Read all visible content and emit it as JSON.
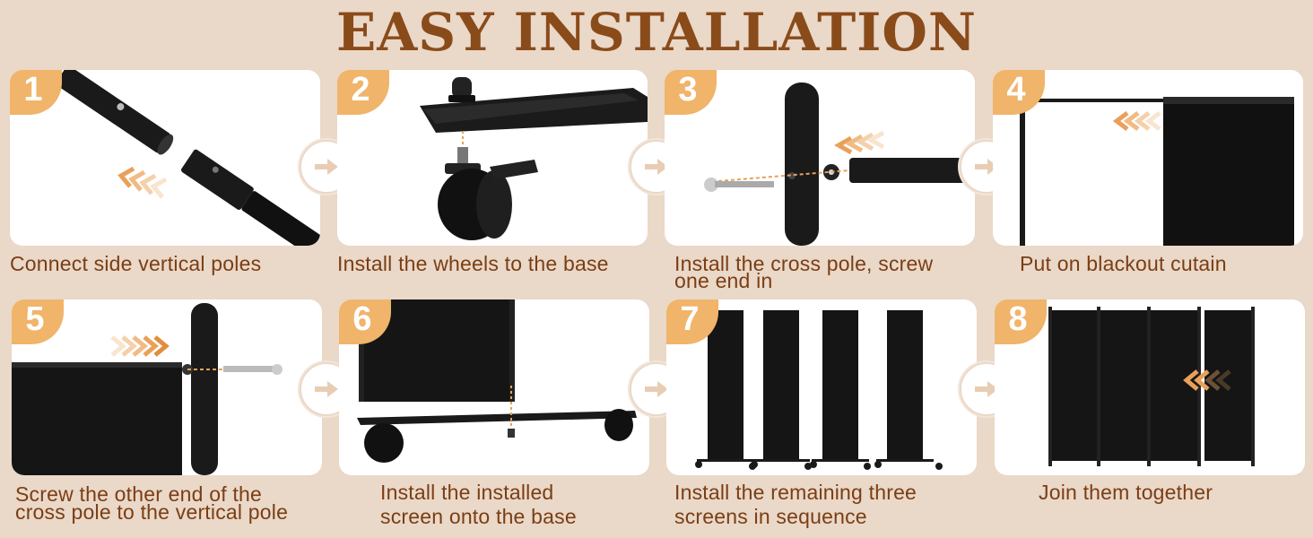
{
  "title": "EASY INSTALLATION",
  "colors": {
    "background": "#ead8c8",
    "title": "#8a4b1a",
    "badge": "#f0b46a",
    "caption": "#7a3e14",
    "metal": "#1a1a1a"
  },
  "steps": [
    {
      "number": "1",
      "caption": "Connect side vertical poles"
    },
    {
      "number": "2",
      "caption": "Install the wheels to the base"
    },
    {
      "number": "3",
      "caption_line1": "Install the cross pole,  screw",
      "caption_line2": "one end in"
    },
    {
      "number": "4",
      "caption": "Put on blackout cutain"
    },
    {
      "number": "5",
      "caption_line1": "Screw the other end of the",
      "caption_line2": "cross pole to the vertical pole"
    },
    {
      "number": "6",
      "caption_line1": "Install the installed",
      "caption_line2": "screen onto the base"
    },
    {
      "number": "7",
      "caption_line1": "Install the remaining three",
      "caption_line2": "screens in sequence"
    },
    {
      "number": "8",
      "caption": "Join them together"
    }
  ],
  "icons": {
    "next_step": "arrow-right-icon",
    "direction": "chevrons-icon"
  }
}
